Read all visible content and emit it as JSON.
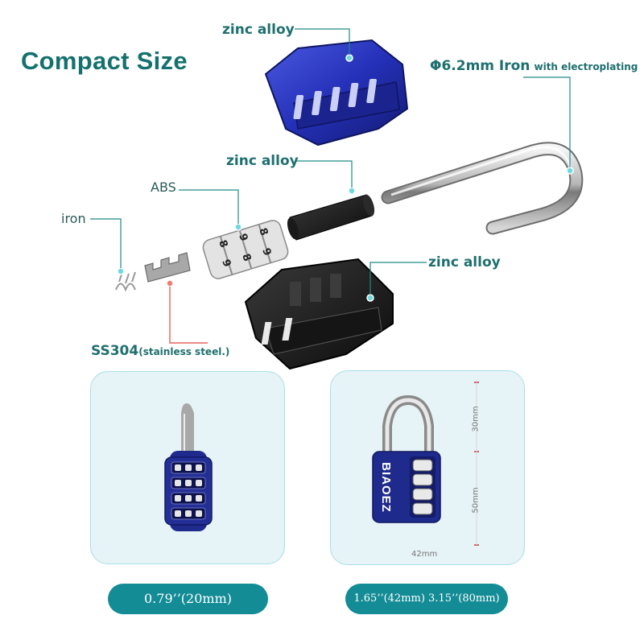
{
  "title": "Compact Size",
  "callouts": {
    "top_shell": "zinc alloy",
    "shackle_main": "Φ6.2mm Iron",
    "shackle_sub": "with electroplating",
    "sleeve": "zinc alloy",
    "wheels": "ABS",
    "spring": "iron",
    "bottom_shell": "zinc alloy",
    "plate_main": "SS304",
    "plate_sub": "(stainless steel.)"
  },
  "lock_brand": "BIAOEZ",
  "wheel_digits": [
    "8",
    "9",
    "8",
    "9",
    "8",
    "9"
  ],
  "dimensions": {
    "shackle_height": "30mm",
    "body_height": "50mm",
    "body_width": "42mm"
  },
  "pills": {
    "left": "0.79’’(20mm)",
    "right": "1.65’’(42mm) 3.15’’(80mm)"
  },
  "colors": {
    "accent": "#15716f",
    "pill": "#138c95",
    "panel": "#e6f3f7",
    "lock_body": "#1e2a8c",
    "leader_line": "#1e8a86",
    "leader_red": "#e0453a"
  }
}
